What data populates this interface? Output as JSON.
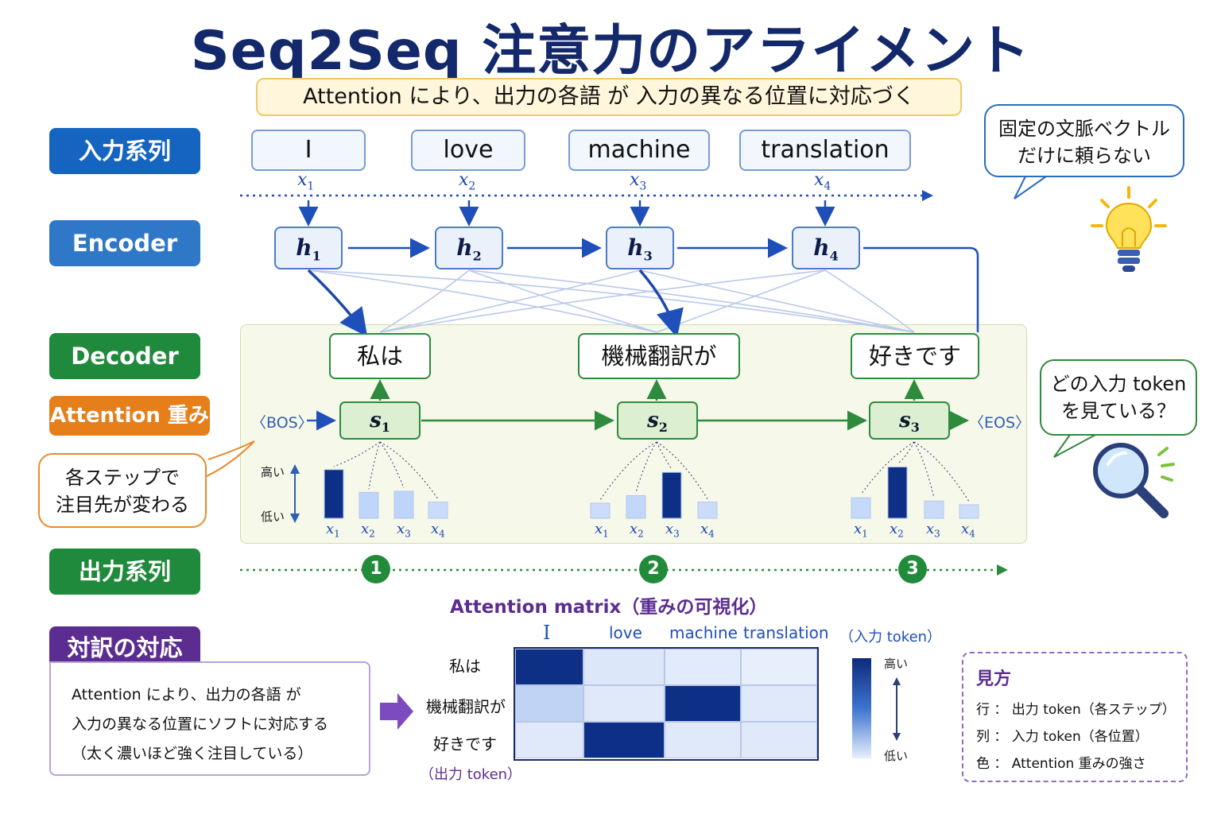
{
  "title": "Seq2Seq 注意力のアライメント",
  "subtitle": "Attention により、出力の各語 が 入力の異なる位置に対応づく",
  "side_labels": {
    "input": "入力系列",
    "encoder": "Encoder",
    "decoder": "Decoder",
    "attention": "Attention 重み",
    "output": "出力系列",
    "alignment": "対訳の対応"
  },
  "input_tokens": [
    "I",
    "love",
    "machine",
    "translation"
  ],
  "x_symbol": "x",
  "x_indices": [
    "1",
    "2",
    "3",
    "4"
  ],
  "h_symbol": "h",
  "s_symbol": "s",
  "s_indices": [
    "1",
    "2",
    "3"
  ],
  "bos": "〈BOS〉",
  "eos": "〈EOS〉",
  "output_words": [
    "私は",
    "機械翻訳が",
    "好きです"
  ],
  "attention_weights": [
    [
      0.9,
      0.48,
      0.5,
      0.3
    ],
    [
      0.28,
      0.42,
      0.85,
      0.3
    ],
    [
      0.38,
      0.95,
      0.32,
      0.25
    ]
  ],
  "high_label": "高い",
  "low_label": "低い",
  "speech": {
    "steps_change_line1": "各ステップで",
    "steps_change_line2": "注目先が変わる",
    "fixed_vector_line1": "固定の文脈ベクトル",
    "fixed_vector_line2": "だけに頼らない",
    "which_token_line1": "どの入力 token",
    "which_token_line2": "を見ている？"
  },
  "steps": [
    "1",
    "2",
    "3"
  ],
  "matrix": {
    "title": "Attention matrix（重みの可視化）",
    "col_headers": [
      "I",
      "love",
      "machine",
      "translation"
    ],
    "input_token_label": "（入力 token）",
    "row_headers": [
      "私は",
      "機械翻訳が",
      "好きです"
    ],
    "output_token_label": "（出力 token）",
    "values": [
      [
        0.95,
        0.12,
        0.08,
        0.05
      ],
      [
        0.3,
        0.1,
        0.95,
        0.1
      ],
      [
        0.1,
        0.95,
        0.1,
        0.1
      ]
    ]
  },
  "alignment_text": {
    "line1": "Attention により、出力の各語 が",
    "line2": "入力の異なる位置にソフトに対応する",
    "line3": "（太く濃いほど強く注目している）"
  },
  "legend": {
    "title": "見方",
    "row": "行 ： 出力 token（各ステップ）",
    "col": "列 ： 入力 token（各位置）",
    "color": "色 ： Attention 重みの強さ"
  },
  "colors": {
    "title": "#13296b",
    "encoder_blue": "#1f4fb8",
    "decoder_green": "#2e8b3e",
    "attention_orange": "#e67e1a",
    "matrix_purple": "#5c2d91"
  },
  "icons": [
    "lightbulb-icon",
    "magnifier-icon"
  ]
}
